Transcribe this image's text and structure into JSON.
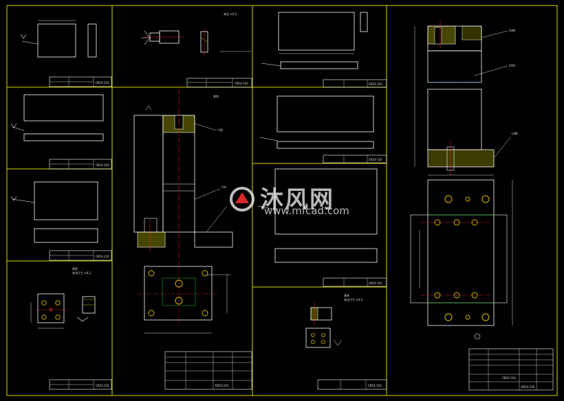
{
  "sheet": {
    "title_codes": {
      "part_1": "CK53-110",
      "part_2": "CK53-110",
      "part_3": "CK53-110",
      "part_4": "CK53-110",
      "part_5": "CK53-110",
      "part_6": "CK53-110",
      "part_7": "CK53-110",
      "part_8": "CK53-110",
      "assembly_main": "K053-110",
      "assembly_right": "K053-110",
      "assembly_right_name": "CK53-110",
      "small_part": "CK53-110"
    },
    "notes": {
      "left_tol": "未注尺寸 ±0.2",
      "left_tol_head": "其余",
      "mid_tol": "未注尺寸 ±0.2",
      "mid_tol_head": "其余",
      "center_head": "其余",
      "top_note": "未注 ±0.2"
    },
    "callouts": {
      "c1": "C/80",
      "c2": "C/63",
      "c3": "L/80",
      "leader_a": "C/A",
      "leader_b": "C/B"
    }
  },
  "watermark": {
    "brand": "沐风网",
    "url": "www.mfcad.com"
  },
  "colors": {
    "border": "#d8d800",
    "line": "#ffffff",
    "center": "#ff2020",
    "dim": "#e0e0e0",
    "hatch": "#c8c800",
    "circle_yellow": "#e0c000",
    "circle_red": "#ff4040",
    "green": "#20d020",
    "cyan": "#20c0ff"
  }
}
